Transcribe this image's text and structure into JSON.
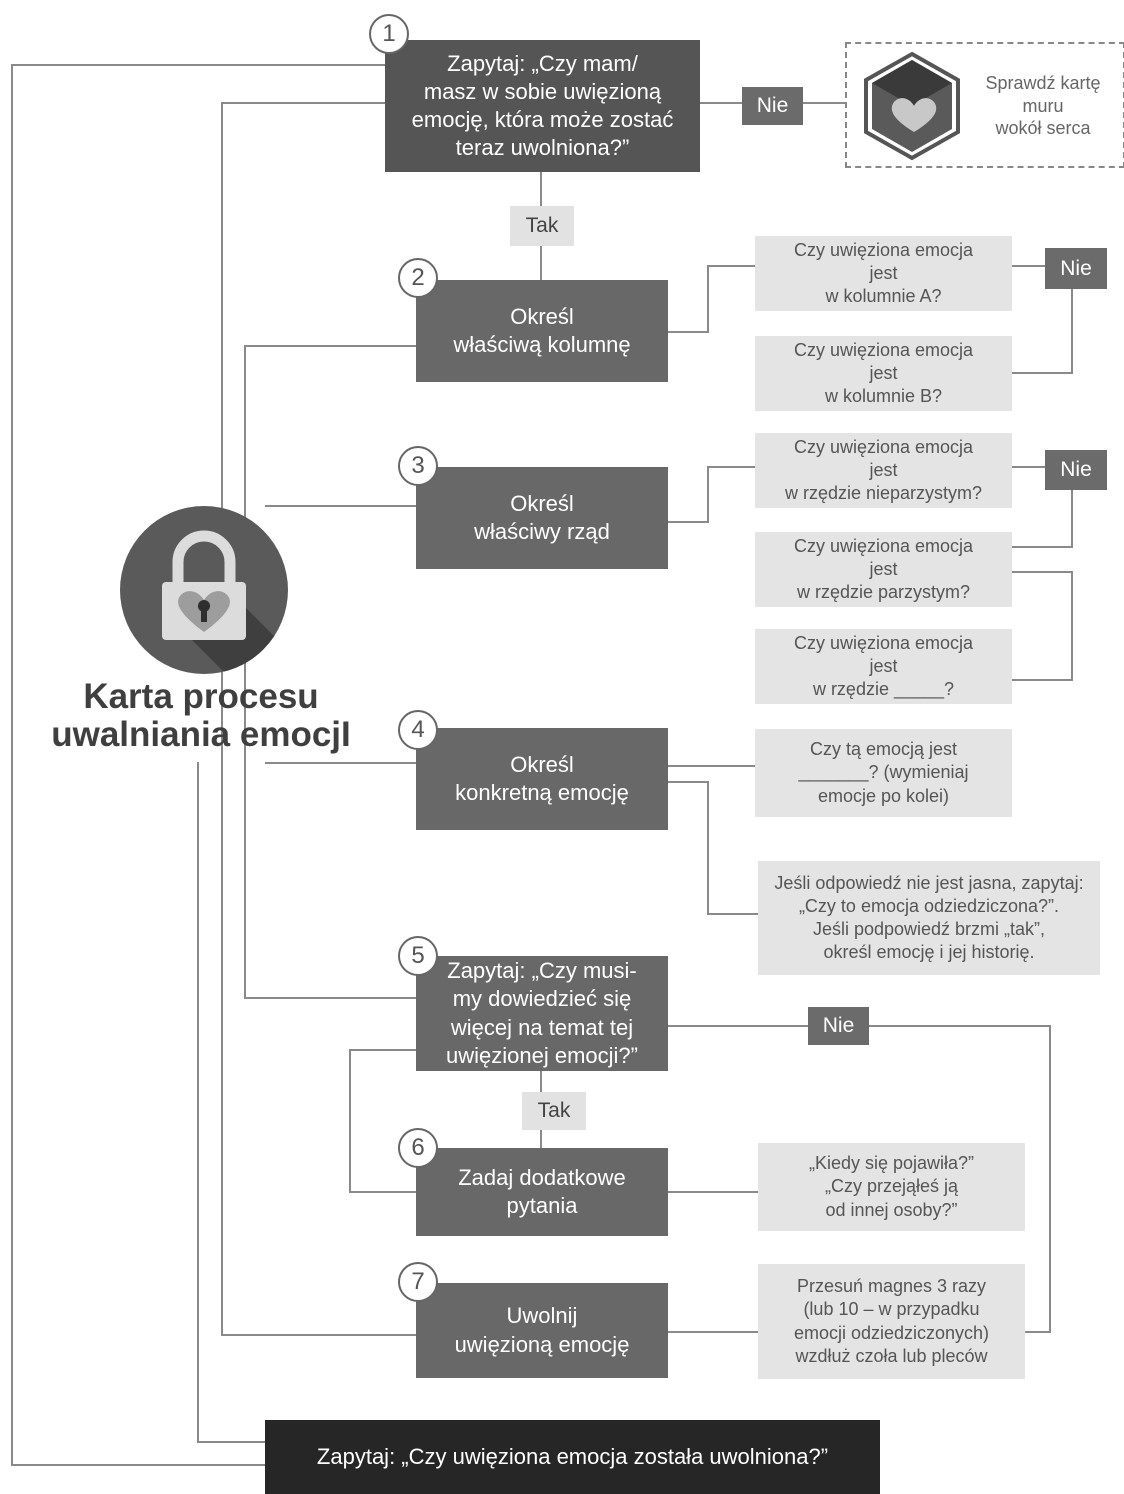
{
  "title": "Karta procesu\nuwalniania emocjI",
  "icons": {
    "main": "padlock-heart-icon",
    "wall": "heart-wall-icon"
  },
  "wall_hint": "Sprawdź kartę\nmuru\nwokół serca",
  "steps": [
    {
      "num": "1",
      "text": "Zapytaj: „Czy mam/\nmasz w sobie uwięzioną\nemocję, która może zostać\nteraz uwolniona?”"
    },
    {
      "num": "2",
      "text": "Określ\nwłaściwą kolumnę"
    },
    {
      "num": "3",
      "text": "Określ\nwłaściwy rząd"
    },
    {
      "num": "4",
      "text": "Określ\nkonkretną emocję"
    },
    {
      "num": "5",
      "text": "Zapytaj: „Czy musi-\nmy dowiedzieć się\nwięcej na temat tej\nuwięzionej emocji?”"
    },
    {
      "num": "6",
      "text": "Zadaj dodatkowe\npytania"
    },
    {
      "num": "7",
      "text": "Uwolnij\nuwięzioną emocję"
    }
  ],
  "final": "Zapytaj: „Czy uwięziona emocja została uwolniona?”",
  "questions": [
    "Czy uwięziona emocja\njest\nw kolumnie A?",
    "Czy uwięziona emocja\njest\nw kolumnie B?",
    "Czy uwięziona emocja\njest\nw rzędzie nieparzystym?",
    "Czy uwięziona emocja\njest\nw rzędzie parzystym?",
    "Czy uwięziona emocja\njest\nw rzędzie _____?",
    "Czy tą emocją jest\n_______? (wymieniaj\nemocje po kolei)",
    "Jeśli odpowiedź nie jest jasna, zapytaj:\n„Czy to emocja odziedziczona?”.\nJeśli podpowiedź brzmi „tak”,\nokreśl emocję i jej historię.",
    "„Kiedy się pojawiła?”\n„Czy przejąłeś ją\nod innej osoby?”",
    "Przesuń magnes 3 razy\n(lub 10 – w przypadku\nemocji odziedziczonych)\nwzdłuż czoła lub pleców"
  ],
  "labels": {
    "no": "Nie",
    "yes": "Tak"
  },
  "colors": {
    "step": "#686868",
    "step_first": "#555555",
    "final": "#262626",
    "question": "#e4e4e4",
    "line": "#8a8a8a",
    "badge_dark": "#6b6b6b",
    "badge_light": "#e2e2e2"
  }
}
